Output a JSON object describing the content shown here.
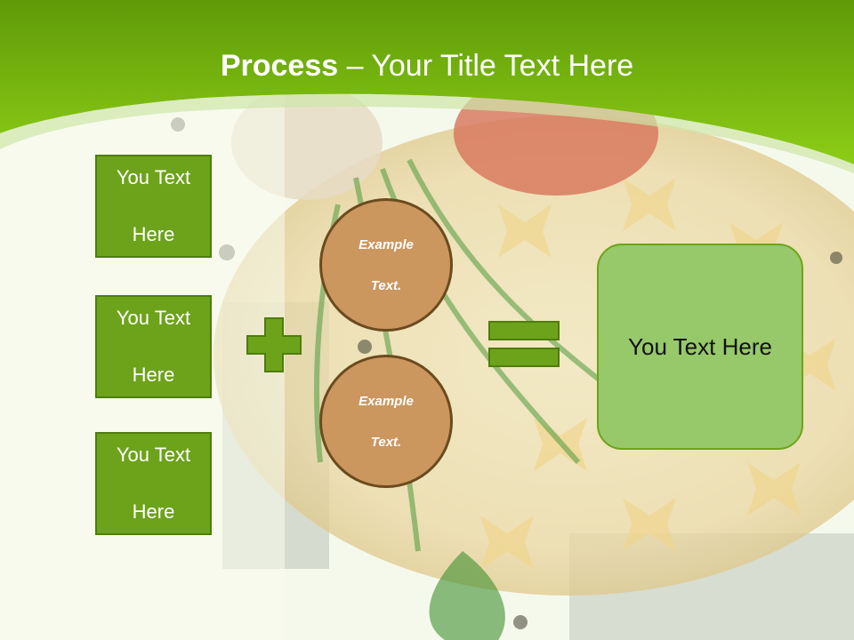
{
  "slide": {
    "title_bold": "Process",
    "title_rest": " – Your Title Text Here",
    "left_boxes": [
      {
        "line1": "You Text",
        "line2": "Here"
      },
      {
        "line1": "You Text",
        "line2": "Here"
      },
      {
        "line1": "You Text",
        "line2": "Here"
      }
    ],
    "circles": [
      {
        "line1": "Example",
        "line2": "Text."
      },
      {
        "line1": "Example",
        "line2": "Text."
      }
    ],
    "result_text": "You Text Here",
    "plus_icon": "plus-icon",
    "equals_icon": "equals-icon"
  },
  "colors": {
    "header_green": "#6fae0e",
    "box_green": "#6da31a",
    "result_green": "#97c96a",
    "circle_brown": "#cc965f"
  }
}
